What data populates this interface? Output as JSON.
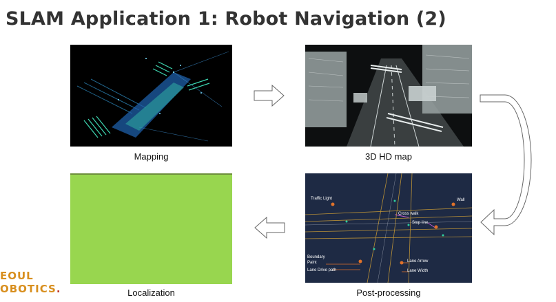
{
  "slide": {
    "title": "SLAM Application 1: Robot Navigation (2)",
    "captions": {
      "mapping": "Mapping",
      "hd_map": "3D HD map",
      "localization": "Localization",
      "post_processing": "Post-processing"
    }
  },
  "post_processing_labels": {
    "traffic_light": "Traffic Light",
    "wall": "Wall",
    "cross_walk": "Cross walk",
    "stop_line": "Stop line",
    "boundary": "Boundary",
    "paint": "Paint",
    "lane_drive_path": "Lane  Drive path",
    "lane_arrow": "Lane Arrow",
    "lane_width": "Lane Width"
  },
  "logo": {
    "line1": "EOUL",
    "line2": "OBOTICS",
    "dot": "."
  },
  "colors": {
    "localization_fill": "#98d64f",
    "title": "#333333",
    "logo": "#d88f1f"
  }
}
